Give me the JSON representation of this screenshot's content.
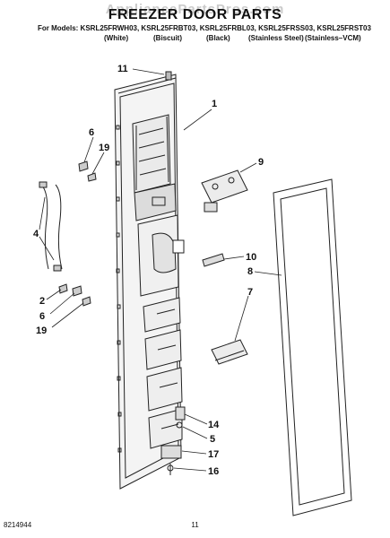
{
  "header": {
    "watermark": "AppliancePartsPros.com",
    "title": "FREEZER DOOR PARTS",
    "models_line": "For Models: KSRL25FRWH03, KSRL25FRBT03, KSRL25FRBL03, KSRL25FRSS03, KSRL25FRST03",
    "colors": [
      "(White)",
      "(Biscuit)",
      "(Black)",
      "(Stainless Steel)",
      "(Stainless–VCM)"
    ]
  },
  "callouts": {
    "c11": "11",
    "c1": "1",
    "c6a": "6",
    "c19a": "19",
    "c9": "9",
    "c4": "4",
    "c10": "10",
    "c8": "8",
    "c2": "2",
    "c6b": "6",
    "c7": "7",
    "c19b": "19",
    "c14": "14",
    "c5": "5",
    "c17": "17",
    "c16": "16"
  },
  "footer": {
    "doc_number": "8214944",
    "page_number": "11"
  }
}
